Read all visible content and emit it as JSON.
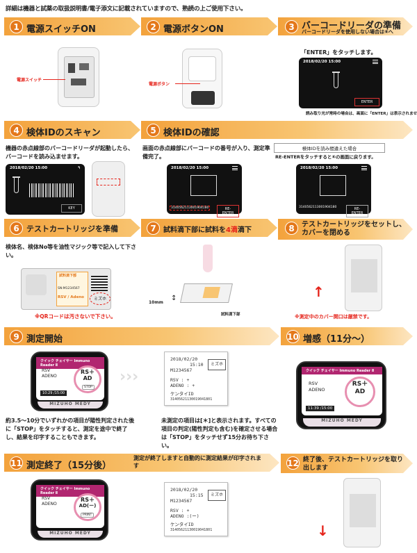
{
  "header_note": "詳細は機器と試薬の取扱説明書/電子添文に記載されていますので、熟読の上ご使用下さい。",
  "steps": [
    {
      "num": "1",
      "title": "電源スイッチON",
      "label": "電源スイッチ"
    },
    {
      "num": "2",
      "title": "電源ボタンON",
      "label": "電源ボタン"
    },
    {
      "num": "3",
      "title": "バーコードリーダの準備",
      "subtitle": "バーコードリーダを使用しない場合は⑥へ",
      "instruction": "「ENTER」をタッチします。",
      "screen_time": "2018/02/20 15:00",
      "screen_btn": "ENTER",
      "note": "読み取り光が常時の場合は、画面に「ENTER」は表示されません。"
    },
    {
      "num": "4",
      "title": "検体IDのスキャン",
      "body": "機器の赤点線部のバーコードリーダが起動したら、バーコードを読み込ませます。",
      "screen_time": "2018/02/20 15:00",
      "screen_btn": "KEY"
    },
    {
      "num": "5",
      "title": "検体IDの確認",
      "body": "画面の赤点線部にバーコードの番号が入り、測定準備完了。",
      "box": "検体IDを読み間違えた場合",
      "box_note": "RE-ENTERをタッチすると④の画面に戻ります。",
      "screen_time": "2018/02/20 15:00",
      "code": "3140562113001904180",
      "screen_btn": "RE-ENTER"
    },
    {
      "num": "6",
      "title": "テストカートリッジを準備",
      "body": "検体名、検体No等を油性マジック等で記入して下さい。",
      "note": "※QRコードは汚さないで下さい。",
      "card_label": "試料滴下部",
      "card_sn": "SN:M1234567",
      "card_rsv": "RSV / Adeno",
      "card_name": "ミズホ"
    },
    {
      "num": "7",
      "title_a": "試料滴下部に試料を",
      "title_b": "4滴",
      "title_c": "滴下",
      "measure": "10mm",
      "drop_label": "試料滴下部"
    },
    {
      "num": "8",
      "title": "テストカートリッジをセットし、カバーを閉める",
      "note": "※測定中のカバー開口は厳禁です。"
    },
    {
      "num": "9",
      "title": "測定開始",
      "body": "約3.5〜10分でいずれかの項目が陽性判定された後に「STOP」をタッチすると、測定を途中で終了し、結果を印字することもできます。",
      "receipt_note": "未測定の項目は[＊]と表示されます。すべての項目の判定(陽性判定も含む)を確定させる場合は「STOP」をタッチせず15分お待ち下さい。"
    },
    {
      "num": "10",
      "title": "増感（11分〜）"
    },
    {
      "num": "11",
      "title": "測定終了（15分後）",
      "subtitle": "測定が終了しますと自動的に測定結果が印字されます"
    },
    {
      "num": "12",
      "title": "終了後、テストカートリッジを取り出します"
    }
  ],
  "reader": {
    "header": "クイック チェイサー Immuno Reader Ⅱ",
    "brand": "MIZUHO MEDY",
    "rsv": "RSV",
    "adeno": "ADENO",
    "rs": "RS＋",
    "ad_9": "AD",
    "stop": "STOP",
    "time_9": "10:29 /15:00",
    "ad_10": "AD",
    "time_10": "11:39 /15:00",
    "ad_11": "AD(ー)",
    "print": "PRINT"
  },
  "receipt1": {
    "date": "2018/02/20",
    "time": "15:10",
    "id": "M1234567",
    "stamp": "ミズホ",
    "rsv": "RSV       :  +",
    "adeno": "ADENO     :  +",
    "kentai": "ケンタイID",
    "code": "31405621130019041801"
  },
  "receipt2": {
    "date": "2018/02/20",
    "time": "15:15",
    "id": "M1234567",
    "stamp": "ミズホ",
    "rsv": "RSV       :  +",
    "adeno": "ADENO     :(ー)",
    "kentai": "ケンタイID",
    "code": "31405621130019041801"
  }
}
